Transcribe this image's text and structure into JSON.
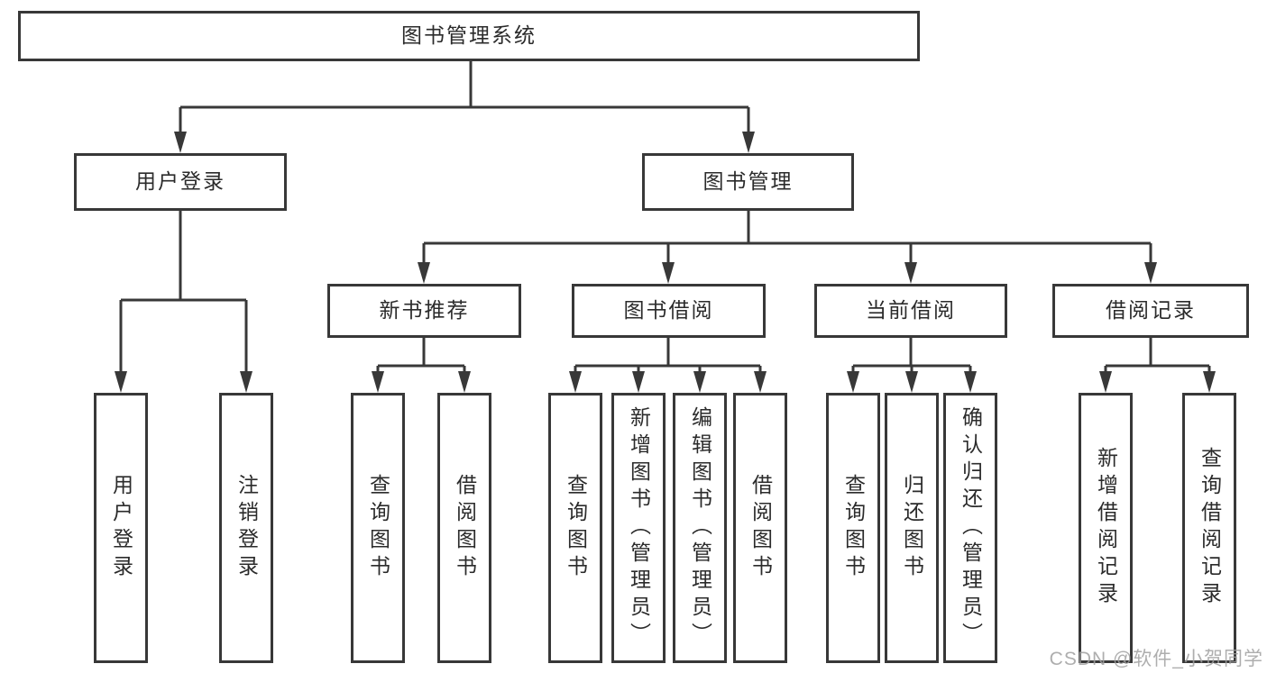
{
  "diagram": {
    "title": "图书管理系统",
    "root": {
      "label": "图书管理系统"
    },
    "branches": [
      {
        "label": "用户登录",
        "children": [
          {
            "label": "用户登录"
          },
          {
            "label": "注销登录"
          }
        ]
      },
      {
        "label": "图书管理",
        "children": [
          {
            "label": "新书推荐",
            "children": [
              {
                "label": "查询图书"
              },
              {
                "label": "借阅图书"
              }
            ]
          },
          {
            "label": "图书借阅",
            "children": [
              {
                "label": "查询图书"
              },
              {
                "label": "新增图书（管理员）"
              },
              {
                "label": "编辑图书（管理员）"
              },
              {
                "label": "借阅图书"
              }
            ]
          },
          {
            "label": "当前借阅",
            "children": [
              {
                "label": "查询图书"
              },
              {
                "label": "归还图书"
              },
              {
                "label": "确认归还（管理员）"
              }
            ]
          },
          {
            "label": "借阅记录",
            "children": [
              {
                "label": "新增借阅记录"
              },
              {
                "label": "查询借阅记录"
              }
            ]
          }
        ]
      }
    ]
  },
  "watermark": {
    "text": "CSDN @软件_小贺同学"
  },
  "colors": {
    "line": "#383838",
    "box_border": "#383838",
    "text": "#2b2b2b",
    "watermark": "#a0a0a0",
    "background": "#ffffff"
  }
}
